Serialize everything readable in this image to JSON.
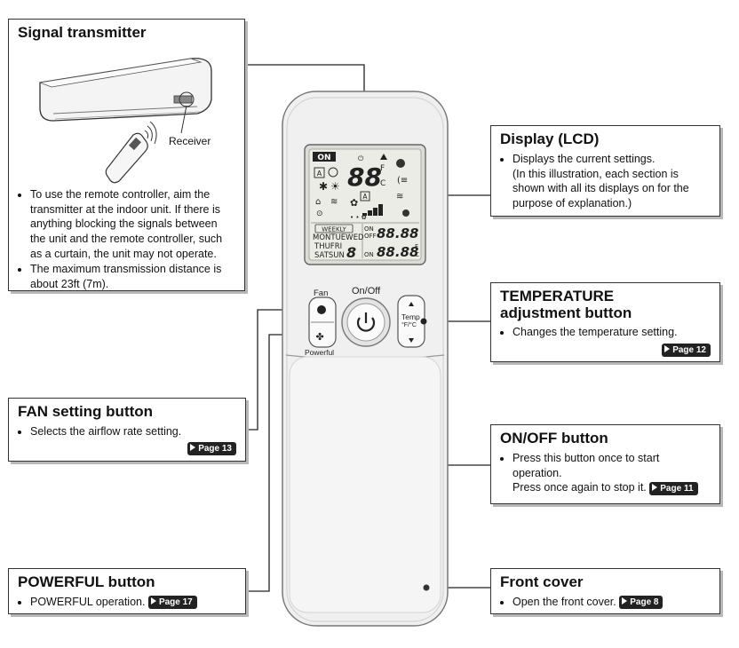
{
  "signal_box": {
    "title": "Signal transmitter",
    "receiver_label": "Receiver",
    "bullets": [
      "To use the remote controller, aim the transmitter at the indoor unit. If there is anything blocking the signals between the unit and the remote controller, such as a curtain, the unit may not operate.",
      "The maximum transmission distance is about 23ft (7m)."
    ]
  },
  "display_box": {
    "title": "Display (LCD)",
    "bullet": "Displays the current settings.",
    "note": "(In this illustration, each section is shown with all its displays on for the purpose of explanation.)"
  },
  "temp_box": {
    "title_line1": "TEMPERATURE",
    "title_line2": "adjustment button",
    "bullet": "Changes the temperature setting.",
    "page": "Page 12"
  },
  "fan_box": {
    "title": "FAN setting button",
    "bullet": "Selects the airflow rate setting.",
    "page": "Page 13"
  },
  "onoff_box": {
    "title": "ON/OFF button",
    "bullet": "Press this button once to start operation.",
    "note": "Press once again to stop it.",
    "page": "Page 11"
  },
  "powerful_box": {
    "title": "POWERFUL button",
    "bullet": "POWERFUL operation.",
    "page": "Page 17"
  },
  "front_box": {
    "title": "Front cover",
    "bullet": "Open the front cover.",
    "page": "Page 8"
  },
  "remote": {
    "fan_label": "Fan",
    "onoff_label": "On/Off",
    "powerful_label": "Powerful",
    "temp_label": "Temp",
    "temp_unit_label": "°F/°C",
    "lcd": {
      "on": "ON",
      "weekly": "WEEKLY",
      "big_temp": "88",
      "unit_f": "F",
      "unit_c": "C",
      "days_row1": "MONTUEWED",
      "days_row2": "THUFRI",
      "days_row3": "SATSUN",
      "timer_on": "ON",
      "timer_off": "OFF",
      "timer_value": "88.88",
      "timer_digit": "8",
      "on_small": "ON"
    }
  }
}
